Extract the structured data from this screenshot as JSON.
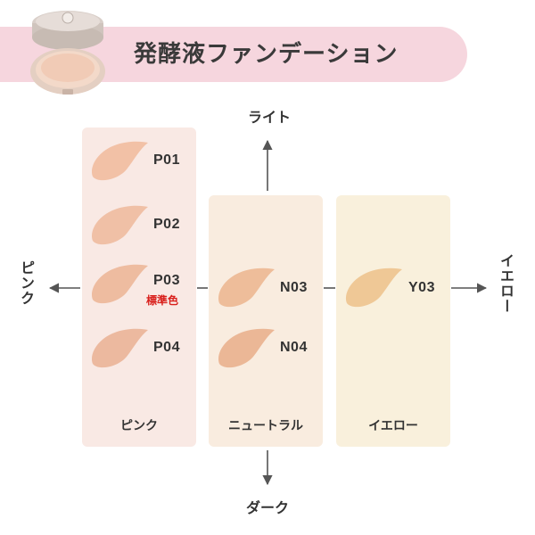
{
  "banner": {
    "title": "発酵液ファンデーション"
  },
  "axes": {
    "up": "ライト",
    "down": "ダーク",
    "left": "ピンク",
    "right": "イエロー"
  },
  "columns": {
    "pink": {
      "label": "ピンク"
    },
    "neutral": {
      "label": "ニュートラル"
    },
    "yellow": {
      "label": "イエロー"
    }
  },
  "shades": {
    "p01": {
      "code": "P01",
      "color": "#f2c1a6"
    },
    "p02": {
      "code": "P02",
      "color": "#f0c0a6"
    },
    "p03": {
      "code": "P03",
      "color": "#eebca0",
      "note": "標準色"
    },
    "p04": {
      "code": "P04",
      "color": "#ecb99f"
    },
    "n03": {
      "code": "N03",
      "color": "#eebd9a"
    },
    "n04": {
      "code": "N04",
      "color": "#ebb796"
    },
    "y03": {
      "code": "Y03",
      "color": "#efc896"
    }
  },
  "colors": {
    "banner": "#f6d6de",
    "standard_note": "#d9201c",
    "arrow": "#555555"
  }
}
